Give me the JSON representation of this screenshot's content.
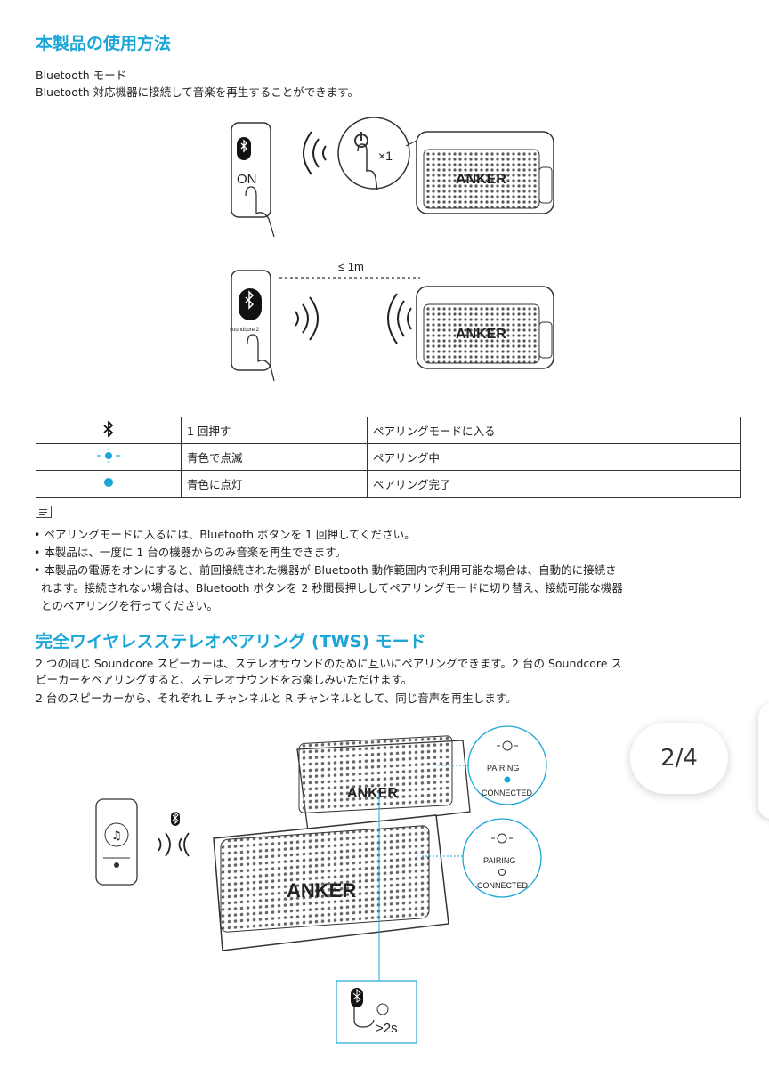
{
  "section1": {
    "title": "本製品の使用方法",
    "mode_label": "Bluetooth モード",
    "intro": "Bluetooth 対応機器に接続して音楽を再生することができます。"
  },
  "illustration1": {
    "phone_label": "ON",
    "press_count": "×1",
    "distance": "≤ 1m",
    "phone2_label": "soundcore 2",
    "brand": "ANKER"
  },
  "table": {
    "rows": [
      {
        "icon": "bluetooth-icon",
        "action": "1 回押す",
        "result": "ペアリングモードに入る"
      },
      {
        "icon": "blue-blinking-led-icon",
        "action": "青色で点滅",
        "result": "ペアリング中"
      },
      {
        "icon": "blue-solid-led-icon",
        "action": "青色に点灯",
        "result": "ペアリング完了"
      }
    ]
  },
  "notes": [
    "• ペアリングモードに入るには、Bluetooth ボタンを 1 回押してください。",
    "• 本製品は、一度に 1 台の機器からのみ音楽を再生できます。",
    "• 本製品の電源をオンにすると、前回接続された機器が Bluetooth 動作範囲内で利用可能な場合は、自動的に接続さ",
    "れます。接続されない場合は、Bluetooth ボタンを 2 秒間長押ししてペアリングモードに切り替え、接続可能な機器",
    "とのペアリングを行ってください。"
  ],
  "section2": {
    "title": "完全ワイヤレスステレオペアリング (TWS) モード",
    "lines": [
      "2 つの同じ Soundcore スピーカーは、ステレオサウンドのために互いにペアリングできます。2 台の Soundcore ス",
      "ピーカーをペアリングすると、ステレオサウンドをお楽しみいただけます。",
      "2 台のスピーカーから、それぞれ L チャンネルと R チャンネルとして、同じ音声を再生します。"
    ]
  },
  "illustration2": {
    "pairing": "PAIRING",
    "connected": "CONNECTED",
    "hold": ">2s",
    "brand": "ANKER"
  },
  "pager": "2/4",
  "colors": {
    "accent": "#1aa6d6",
    "led_blue": "#1aa6d6"
  }
}
